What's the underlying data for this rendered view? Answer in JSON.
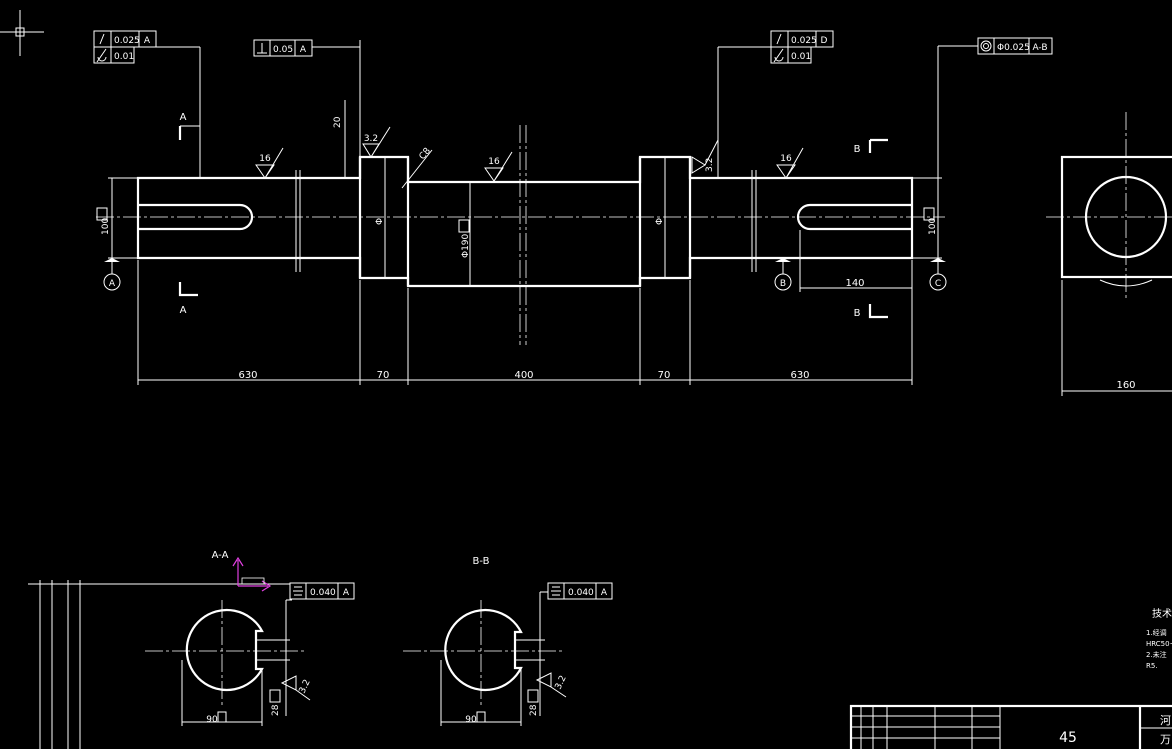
{
  "drawing": {
    "fcf": {
      "left_runout": "0.025",
      "left_runout_datum": "A",
      "left_cyl": "0.01",
      "perp_value": "0.05",
      "perp_datum": "A",
      "right_runout": "0.025",
      "right_runout_datum": "D",
      "right_cyl": "0.01",
      "conc_value": "Φ0.025",
      "conc_datum": "A-B",
      "sym_a": "0.040",
      "sym_a_datum": "A",
      "sym_b": "0.040",
      "sym_b_datum": "A"
    },
    "section_marks": {
      "a_top": "A",
      "a_bottom": "A",
      "b_top": "B",
      "b_bottom": "B"
    },
    "datums": {
      "a": "A",
      "b": "B",
      "c": "C"
    },
    "roughness": {
      "r1": "16",
      "r2": "3.2",
      "r3": "16",
      "r4": "3.2",
      "r5": "16",
      "r6": "3.2",
      "r7": "3.2"
    },
    "dims": {
      "len1": "630",
      "len2": "70",
      "len3": "400",
      "len4": "70",
      "len5": "630",
      "d_left": "100",
      "d_right": "100",
      "d_collar_l": "Φ",
      "d_collar_r": "Φ",
      "d_mid": "Φ190",
      "keyway_len": "140",
      "key_depth": "20",
      "chamfer": "C8",
      "side_width": "160",
      "sec_a_w": "90",
      "sec_a_d": "28",
      "sec_b_w": "90",
      "sec_b_d": "28"
    },
    "section_titles": {
      "aa": "A-A",
      "bb": "B-B"
    },
    "title_block": {
      "material": "45",
      "cell1": "河",
      "cell2": "万"
    },
    "notes": {
      "heading": "技术",
      "line1": "1.经调",
      "line2": "HRC50~",
      "line3": "2.未注",
      "line4": "R5."
    }
  }
}
